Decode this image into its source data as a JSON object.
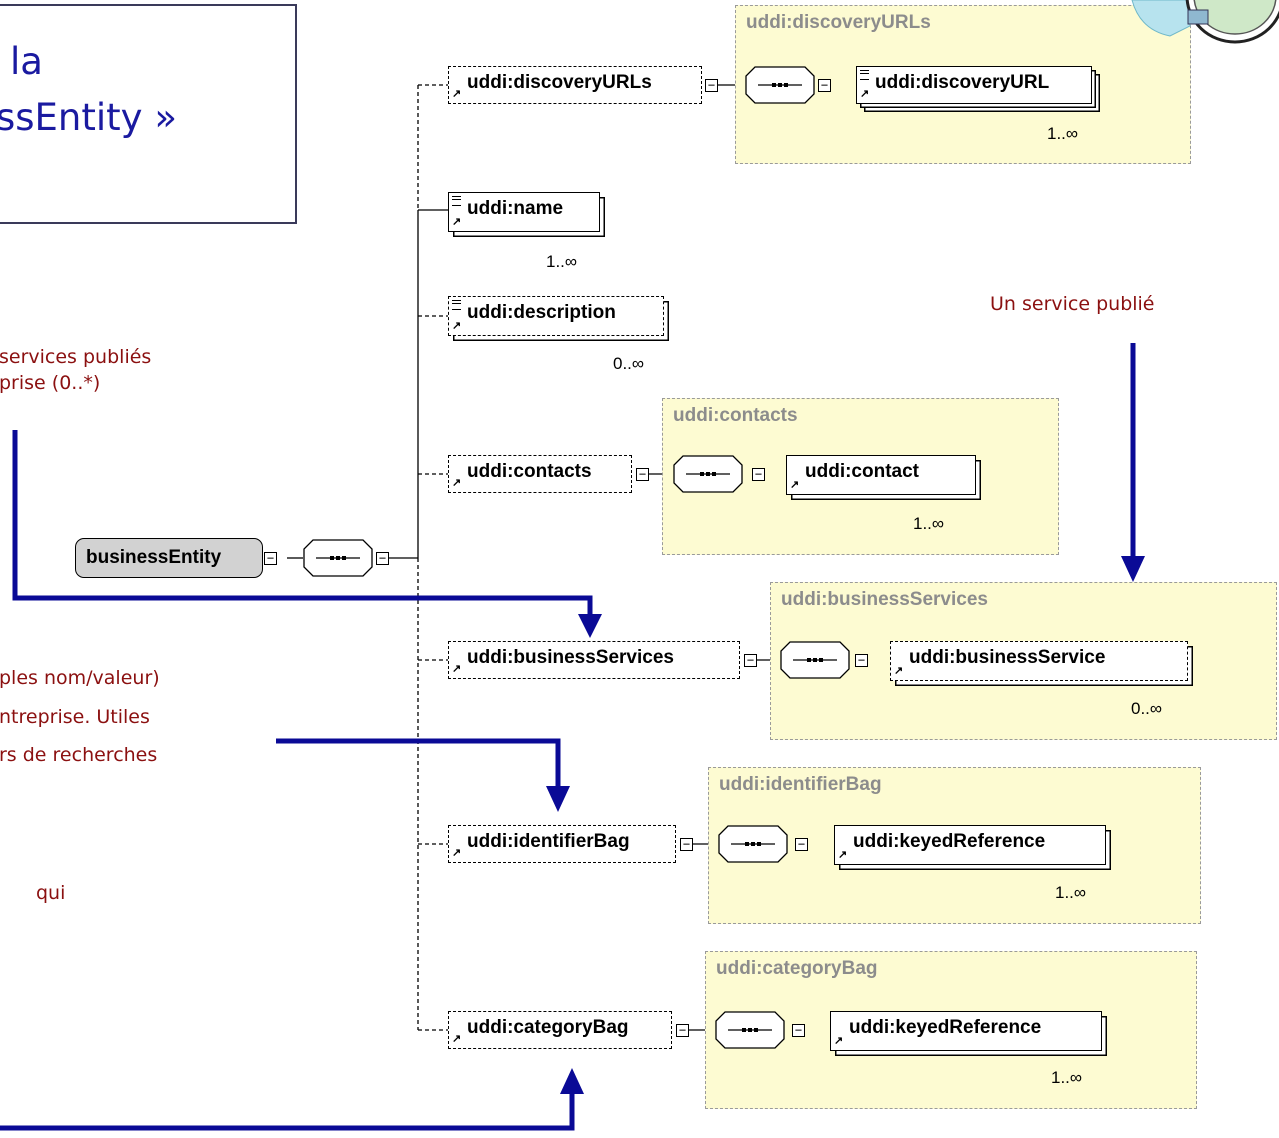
{
  "title": {
    "line1": "la",
    "line2": "ssEntity »"
  },
  "notes": {
    "services_line1": "services publiés",
    "services_line2": "prise (0..*)",
    "service_publie": "Un service publié",
    "identifier_line1": "ples nom/valeur)",
    "identifier_line2": "ntreprise. Utiles",
    "identifier_line3": "rs de recherches",
    "category_line1": "qui"
  },
  "root": {
    "label": "businessEntity"
  },
  "groups": {
    "discoveryURLs": {
      "title": "uddi:discoveryURLs"
    },
    "contacts": {
      "title": "uddi:contacts"
    },
    "businessServices": {
      "title": "uddi:businessServices"
    },
    "identifierBag": {
      "title": "uddi:identifierBag"
    },
    "categoryBag": {
      "title": "uddi:categoryBag"
    }
  },
  "elements": {
    "discoveryURLs": "uddi:discoveryURLs",
    "discoveryURL": "uddi:discoveryURL",
    "discoveryURL_card": "1..∞",
    "name": "uddi:name",
    "name_card": "1..∞",
    "description": "uddi:description",
    "description_card": "0..∞",
    "contacts": "uddi:contacts",
    "contact": "uddi:contact",
    "contact_card": "1..∞",
    "businessServices": "uddi:businessServices",
    "businessService": "uddi:businessService",
    "businessService_card": "0..∞",
    "identifierBag": "uddi:identifierBag",
    "keyedReference1": "uddi:keyedReference",
    "keyedReference1_card": "1..∞",
    "categoryBag": "uddi:categoryBag",
    "keyedReference2": "uddi:keyedReference",
    "keyedReference2_card": "1..∞"
  },
  "colors": {
    "title": "#1a1aa0",
    "notes": "#8b1010",
    "arrows": "#0a0a96",
    "group_fill": "#fdfbd2"
  }
}
